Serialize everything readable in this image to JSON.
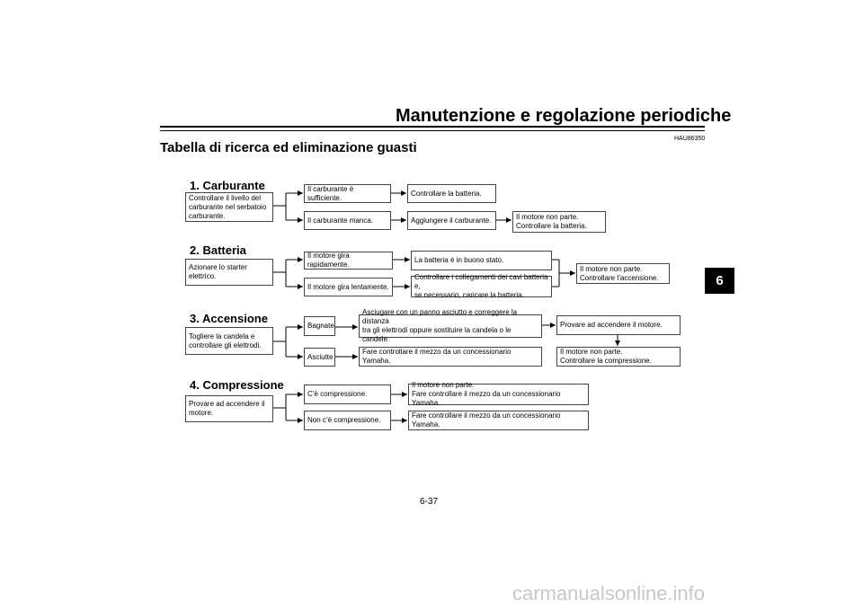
{
  "header": {
    "title": "Manutenzione e regolazione periodiche"
  },
  "section": {
    "title": "Tabella di ricerca ed eliminazione guasti",
    "code": "HAU86350"
  },
  "chapter_tab": "6",
  "groups": [
    {
      "heading": "1. Carburante",
      "start": "Controllare il livello del\ncarburante nel serbatoio\ncarburante.",
      "branch_a": "Il carburante è sufficiente.",
      "result_a": "Controllare la batteria.",
      "branch_b": "Il carburante manca.",
      "result_b": "Aggiungere il carburante.",
      "final": "Il motore non parte.\nControllare la batteria."
    },
    {
      "heading": "2. Batteria",
      "start": "Azionare lo starter elettrico.",
      "branch_a": "Il motore gira rapidamente.",
      "result_a": "La batteria è in buono stato.",
      "branch_b": "Il motore gira lentamente.",
      "result_b": "Controllare i collegamenti dei cavi batteria e,\nse necessario, caricare la batteria.",
      "final": "Il motore non parte.\nControllare l’accensione."
    },
    {
      "heading": "3. Accensione",
      "start": "Togliere la candela e\ncontrollare gli elettrodi.",
      "branch_a": "Bagnate",
      "result_a": "Asciugare con un panno asciutto e correggere la distanza\ntra gli elettrodi oppure sostituire la candela o le candele.",
      "branch_b": "Asciutte",
      "result_b": "Fare controllare il mezzo da un concessionario Yamaha.",
      "next": "Provare ad accendere il motore.",
      "final": "Il motore non parte.\nControllare la compressione."
    },
    {
      "heading": "4. Compressione",
      "start": "Provare ad accendere il\nmotore.",
      "branch_a": "C’è compressione.",
      "result_a": "Il motore non parte.\nFare controllare il mezzo da un concessionario Yamaha.",
      "branch_b": "Non c’è compressione.",
      "result_b": "Fare controllare il mezzo da un concessionario Yamaha."
    }
  ],
  "footer": {
    "page_number": "6-37",
    "watermark": "carmanualsonline.info"
  }
}
